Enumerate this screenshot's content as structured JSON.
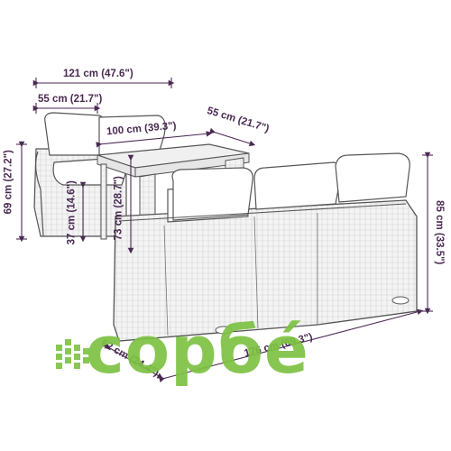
{
  "dimensions": {
    "table_length": "121 cm (47.6\")",
    "chair_depth": "55 cm (21.7\")",
    "tabletop_width": "100 cm (39.3\")",
    "tabletop_depth": "55 cm (21.7\")",
    "chair_height": "69 cm (27.2\")",
    "seat_height": "37 cm (14.6\")",
    "table_height": "73 cm (28.7\")",
    "sofa_height": "85 cm (33.5\")",
    "sofa_depth": "62 cm (24.4\")",
    "sofa_length": "176 cm (69.3\")"
  },
  "watermark": {
    "text": "copбé",
    "color": "#7dc243"
  },
  "colors": {
    "line": "#4a2a52",
    "rattan_fill": "#f3f3f3",
    "outline": "#555555",
    "cushion": "#ffffff"
  }
}
